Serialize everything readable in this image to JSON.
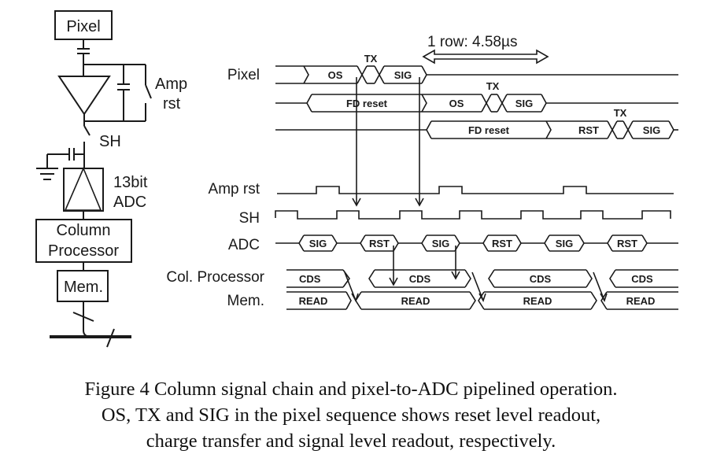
{
  "schematic": {
    "pixel_block": "Pixel",
    "amp_rst_label": [
      "Amp",
      "rst"
    ],
    "sh_label": "SH",
    "adc_label": [
      "13bit",
      "ADC"
    ],
    "column_processor": [
      "Column",
      "Processor"
    ],
    "mem_block": "Mem."
  },
  "timing": {
    "row_period_label": "1 row:  4.58µs",
    "row_labels": {
      "pixel": "Pixel",
      "amp_rst": "Amp rst",
      "sh": "SH",
      "adc": "ADC",
      "col_processor": "Col. Processor",
      "mem": "Mem."
    },
    "pixel_rows": [
      {
        "segments": [
          "OS",
          "TX",
          "SIG"
        ]
      },
      {
        "segments": [
          "FD reset",
          "OS",
          "TX",
          "SIG"
        ]
      },
      {
        "segments": [
          "FD reset",
          "RST",
          "TX",
          "SIG"
        ]
      }
    ],
    "adc_sequence": [
      "SIG",
      "RST",
      "SIG",
      "RST",
      "SIG",
      "RST"
    ],
    "col_processor_sequence": [
      "CDS",
      "CDS",
      "CDS",
      "CDS"
    ],
    "mem_sequence": [
      "READ",
      "READ",
      "READ",
      "READ"
    ]
  },
  "caption": [
    "Figure 4  Column signal chain and pixel-to-ADC pipelined operation.",
    "OS, TX and SIG in the pixel sequence shows reset level readout,",
    "charge transfer and signal level readout, respectively."
  ]
}
